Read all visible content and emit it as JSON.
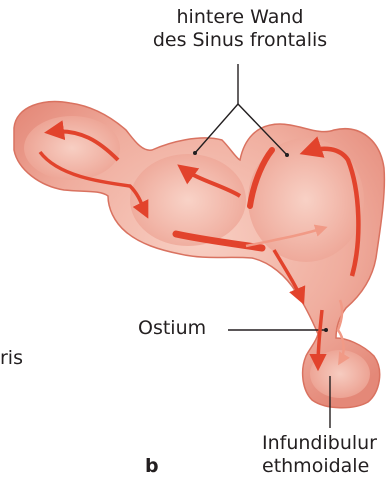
{
  "labels": {
    "posterior_wall_line1": "hintere Wand",
    "posterior_wall_line2": "des Sinus frontalis",
    "ostium": "Ostium",
    "infundibulum_line1": "Infundibulur",
    "infundibulum_line2": "ethmoidale",
    "cut_text": "ris",
    "panel_letter": "b"
  },
  "colors": {
    "sinus_fill_outer": "#e9988a",
    "sinus_fill_inner": "#f6c3b6",
    "sinus_edge": "#d96d5c",
    "arrow_red": "#e2432c",
    "arrow_light": "#f4a593",
    "leader_line": "#231f20"
  }
}
